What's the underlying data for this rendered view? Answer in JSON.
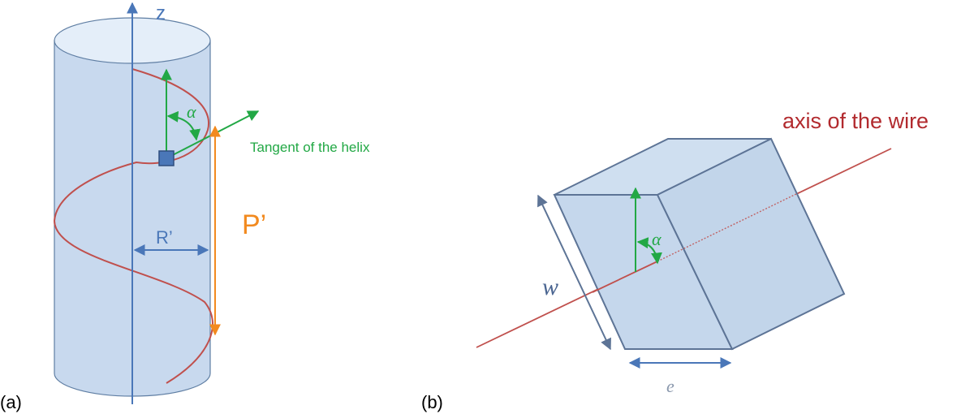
{
  "panel_a": {
    "panel_label": "(a)",
    "axis_label": "z",
    "angle_label": "α",
    "tangent_label": "Tangent of the helix",
    "radius_label": "R’",
    "pitch_label": "P’"
  },
  "panel_b": {
    "panel_label": "(b)",
    "wire_axis_label": "axis of the wire",
    "angle_label": "α",
    "width_label": "w",
    "thickness_label": "e"
  },
  "colors": {
    "cylinder_fill": "#c8d9ee",
    "cylinder_stroke": "#5f7ea3",
    "axis_blue": "#4a77b8",
    "helix_red": "#c0504d",
    "tangent_green": "#22a845",
    "pitch_orange": "#f28a1f",
    "wire_axis_red": "#b22a2e",
    "box_fill": "#c5d7ec",
    "box_stroke": "#5d7496"
  }
}
